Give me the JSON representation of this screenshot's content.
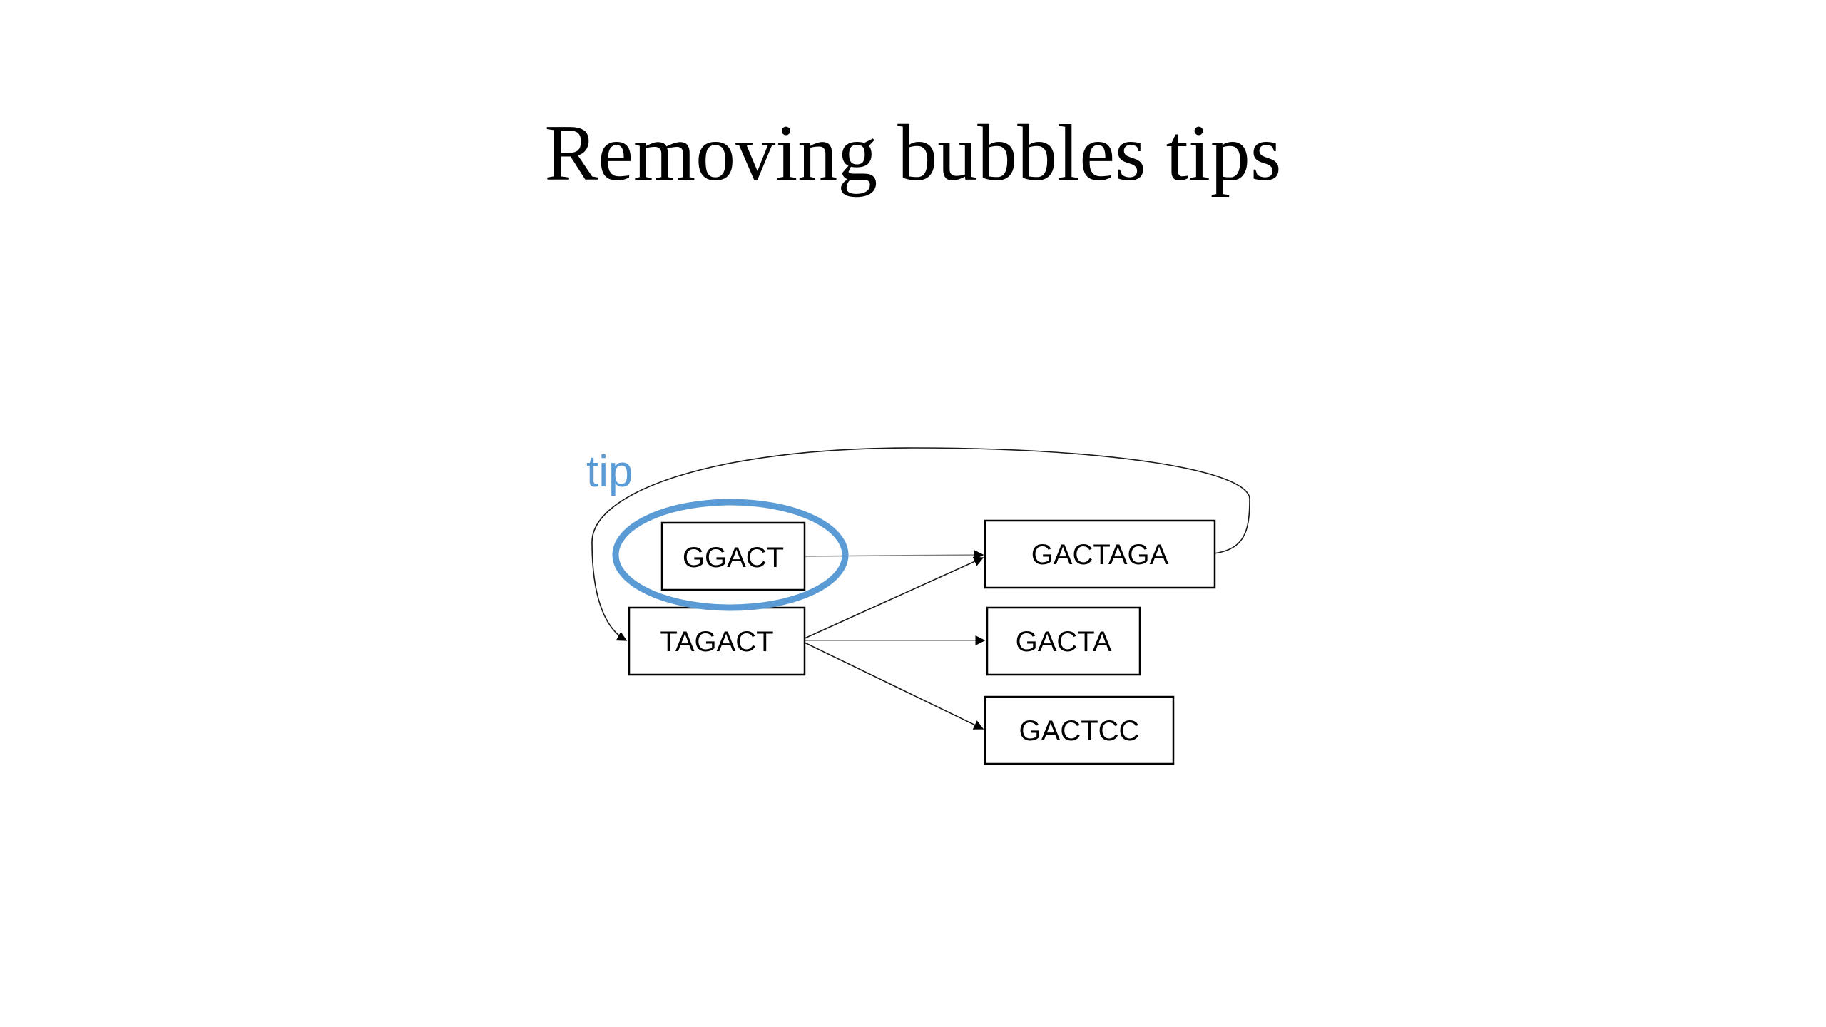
{
  "title": "Removing bubbles tips",
  "annotation": {
    "label": "tip",
    "color": "#5b9bd5"
  },
  "nodes": {
    "ggact": "GGACT",
    "tagact": "TAGACT",
    "gactaga": "GACTAGA",
    "gacta": "GACTA",
    "gactcc": "GACTCC"
  }
}
